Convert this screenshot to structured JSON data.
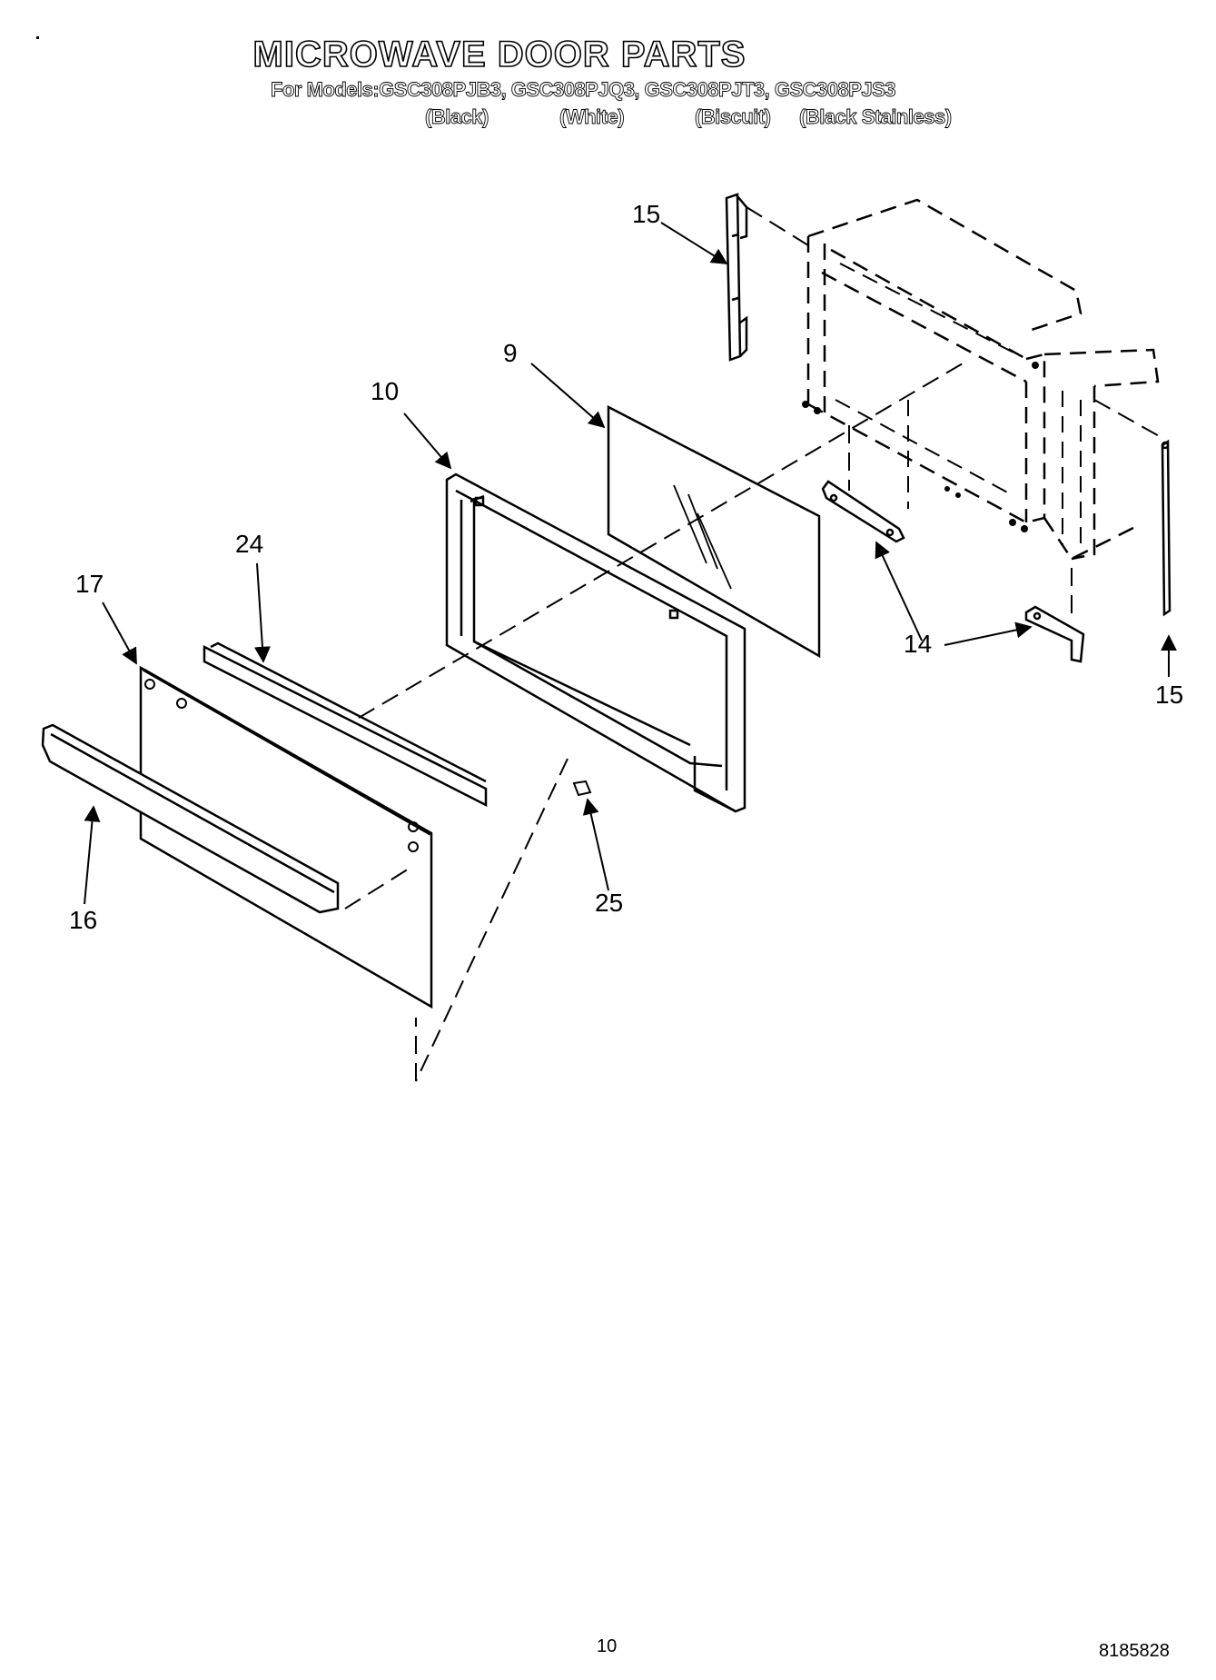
{
  "header": {
    "title": "MICROWAVE DOOR PARTS",
    "models_line": "For Models:GSC308PJB3, GSC308PJQ3, GSC308PJT3, GSC308PJS3",
    "variants": [
      "(Black)",
      "(White)",
      "(Biscuit)",
      "(Black Stainless)"
    ]
  },
  "callouts": {
    "c9": "9",
    "c10": "10",
    "c14": "14",
    "c15a": "15",
    "c15b": "15",
    "c16": "16",
    "c17": "17",
    "c24": "24",
    "c25": "25"
  },
  "footer": {
    "page_number": "10",
    "doc_number": "8185828"
  }
}
